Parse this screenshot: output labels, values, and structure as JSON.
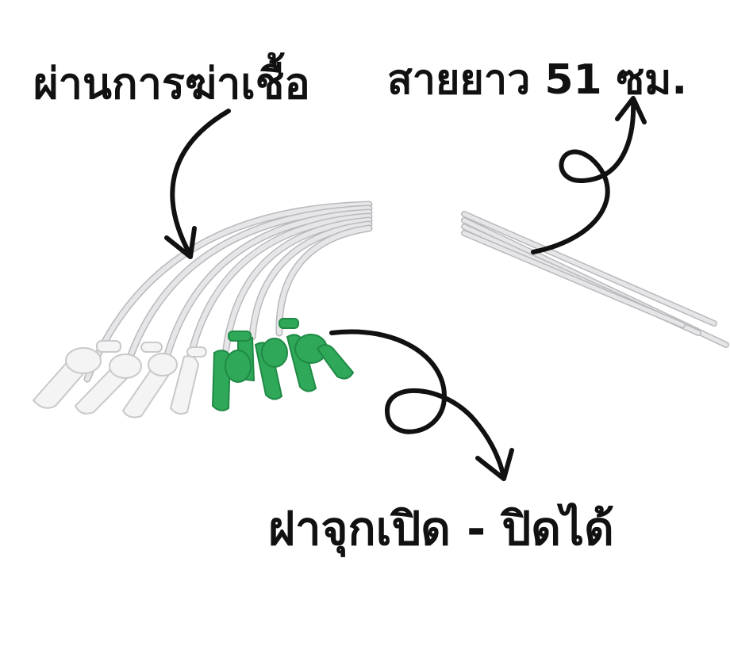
{
  "labels": {
    "sterile": "ผ่านการฆ่าเชื้อ",
    "length": "สายยาว 51 ซม.",
    "cap": "ฝาจุกเปิด - ปิดได้"
  },
  "colors": {
    "tube": "#e4e4e6",
    "tube_shadow": "#b9b9bd",
    "connector_white": "#f4f4f4",
    "connector_green": "#2fa85a",
    "ink": "#111111"
  }
}
